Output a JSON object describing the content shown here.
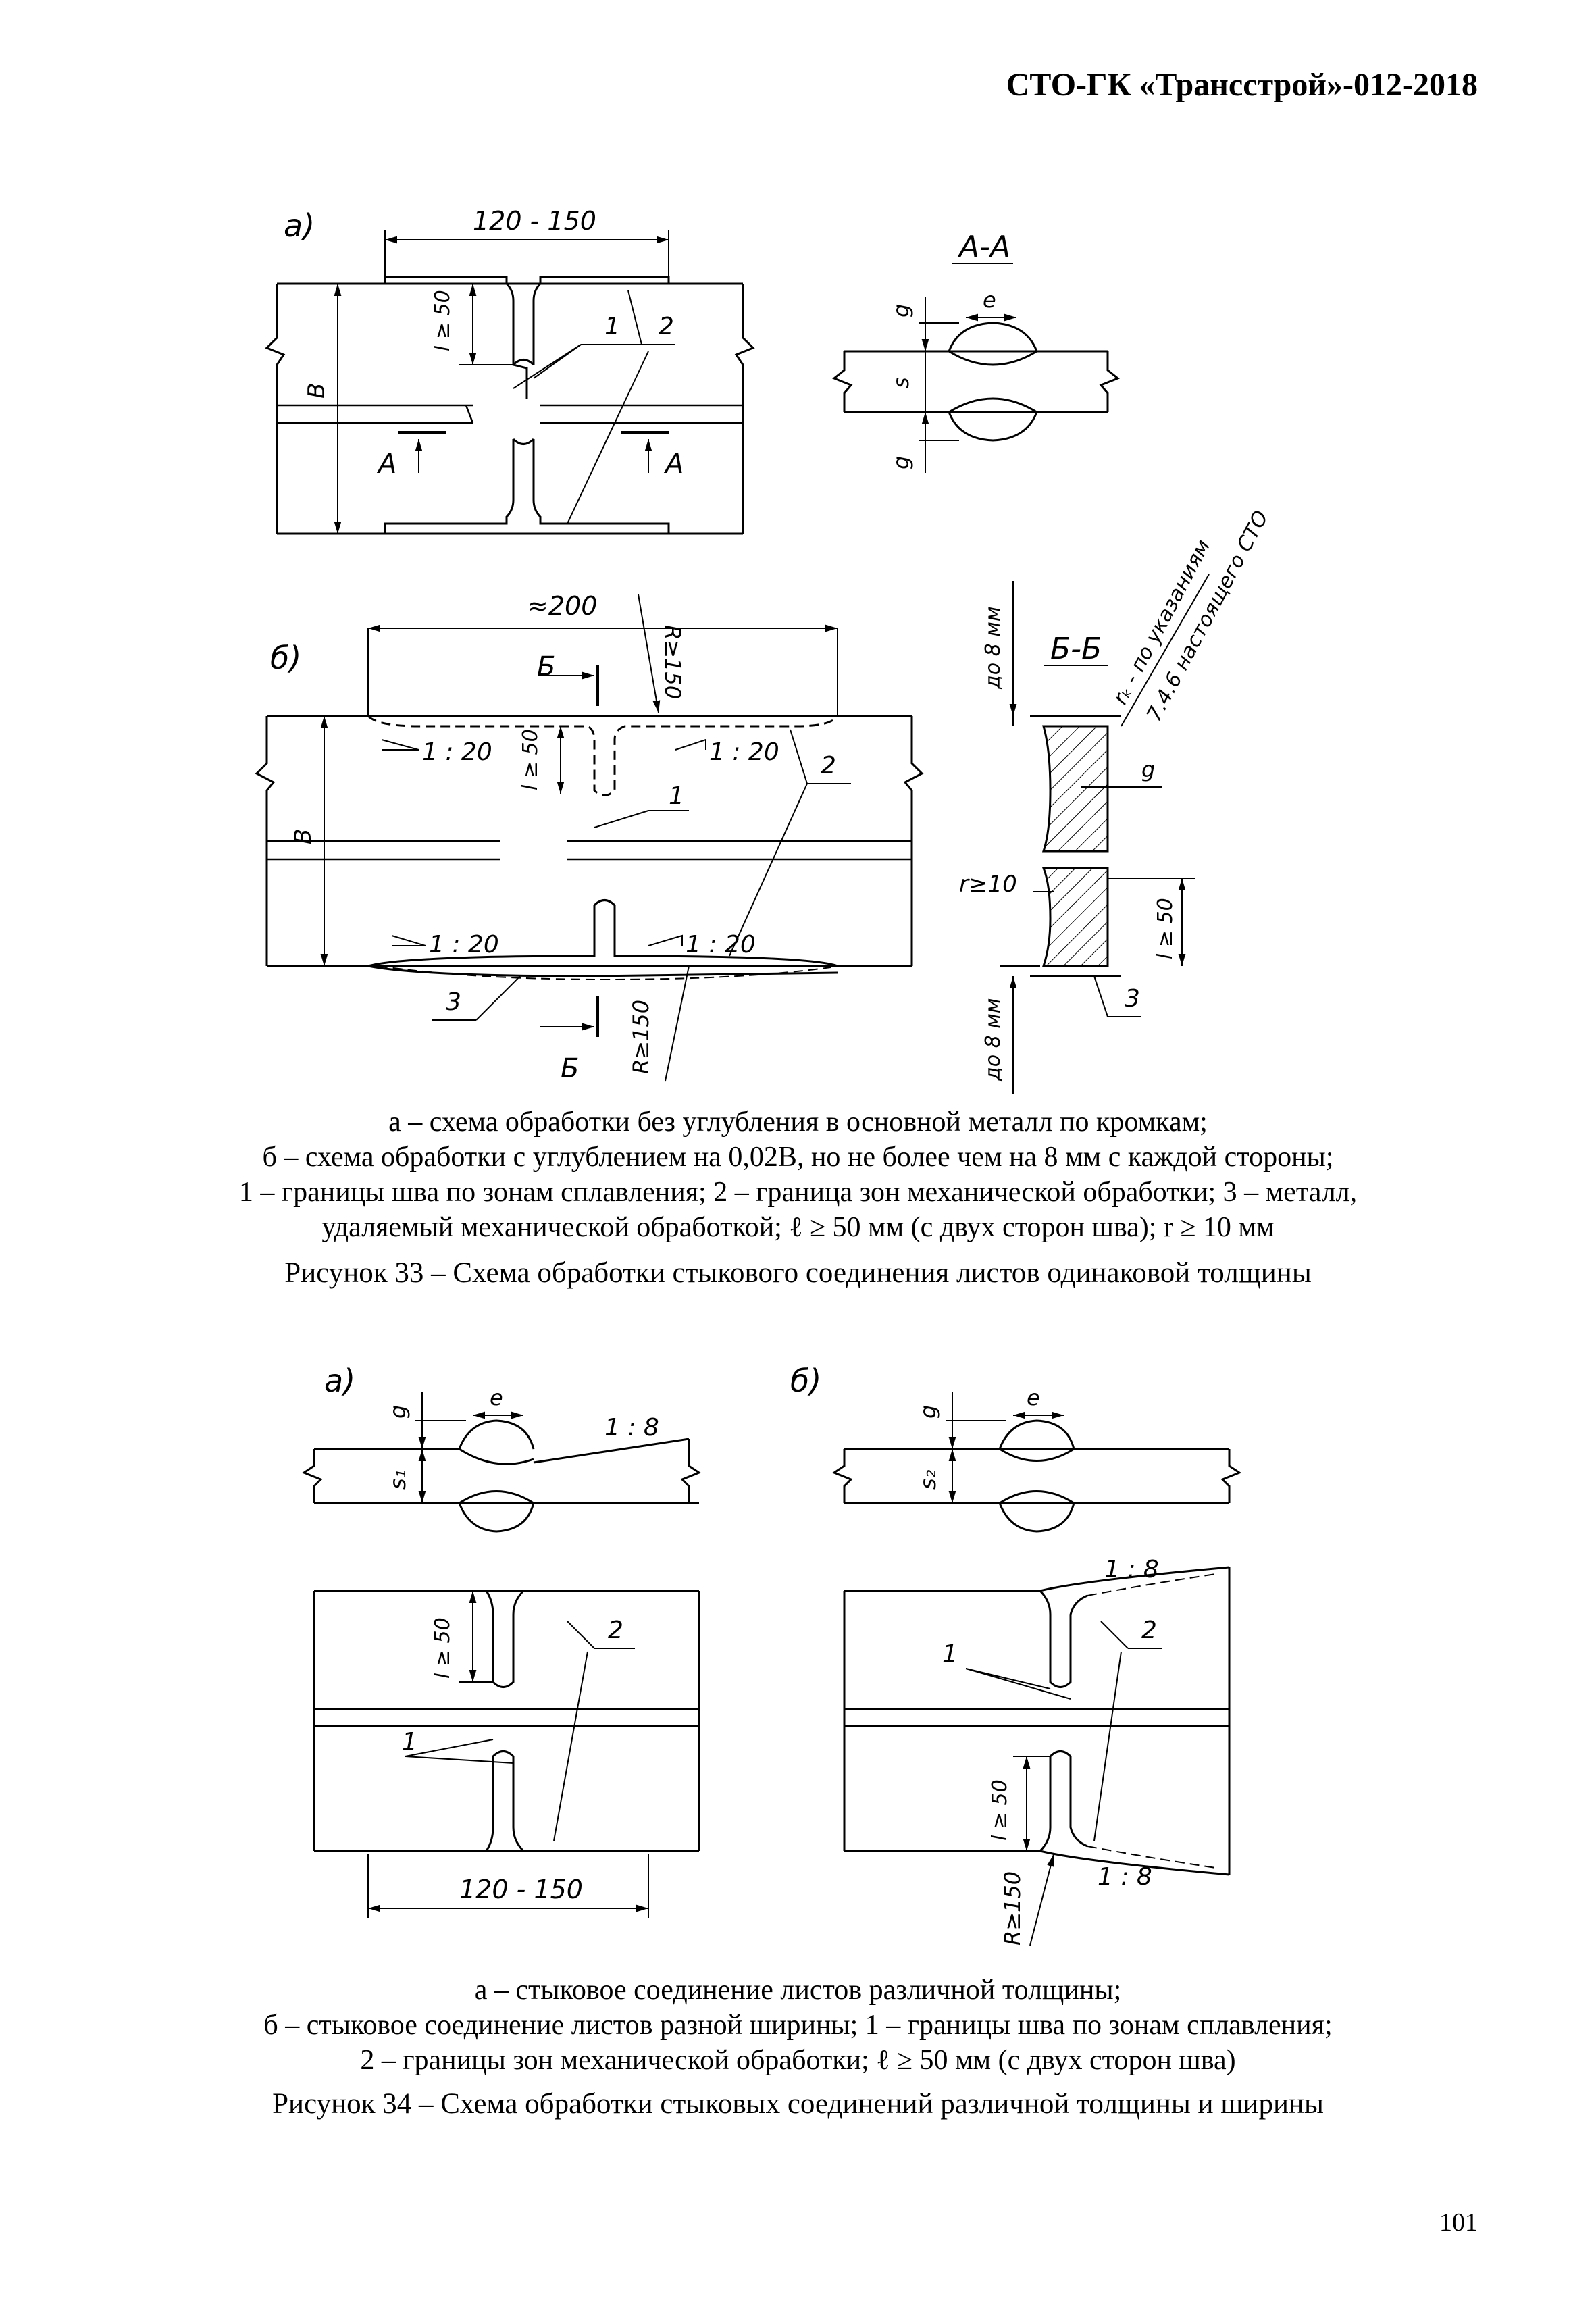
{
  "header": {
    "doc_code": "СТО-ГК «Трансстрой»-012-2018"
  },
  "figure33": {
    "labels": {
      "panel_a": "а)",
      "panel_b": "б)",
      "section_aa": "А-А",
      "section_bb": "Б-Б",
      "cut_a": "А",
      "cut_b": "Б",
      "dim_120_150": "120 - 150",
      "dim_200": "≈200",
      "dim_l50": "l ≥ 50",
      "dim_B": "B",
      "dim_R150": "R≥150",
      "slope_1_20": "1 : 20",
      "num_1": "1",
      "num_2": "2",
      "num_3": "3",
      "g": "g",
      "e": "e",
      "s": "s",
      "up_to_8mm": "до 8 мм",
      "r10": "r≥10",
      "rk_note_1": "rₖ - по указаниям",
      "rk_note_2": "7.4.6 настоящего СТО"
    },
    "caption_lines": [
      "а – схема обработки без углубления в основной металл по кромкам;",
      "б – схема обработки с углублением на 0,02B, но не более чем на 8 мм с каждой стороны;",
      "1 – границы шва по зонам сплавления; 2 – граница зон механической обработки; 3 – металл,",
      "удаляемый механической обработкой; ℓ ≥ 50 мм (с двух сторон шва); r ≥ 10 мм"
    ],
    "title": "Рисунок 33 – Схема обработки стыкового соединения листов одинаковой толщины"
  },
  "figure34": {
    "labels": {
      "panel_a": "а)",
      "panel_b": "б)",
      "g": "g",
      "e": "e",
      "s1": "s₁",
      "s2": "s₂",
      "slope_1_8": "1 : 8",
      "dim_l50": "l ≥ 50",
      "dim_120_150": "120 - 150",
      "dim_R150": "R≥150",
      "num_1": "1",
      "num_2": "2"
    },
    "caption_lines": [
      "а – стыковое соединение листов различной толщины;",
      "б – стыковое соединение листов разной ширины; 1 – границы шва по зонам сплавления;",
      "2 – границы зон механической обработки; ℓ ≥ 50 мм (с двух сторон шва)"
    ],
    "title": "Рисунок 34 – Схема обработки стыковых соединений различной толщины и ширины"
  },
  "footer": {
    "page_number": "101"
  }
}
